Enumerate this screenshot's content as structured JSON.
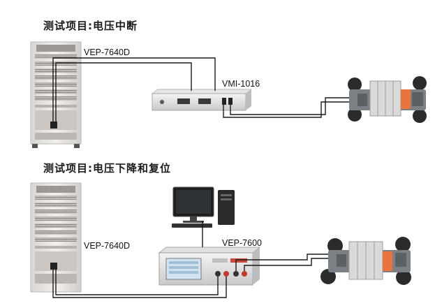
{
  "section1": {
    "title": "测试项目:电压中断",
    "power_supply_label": "VEP-7640D",
    "interrupter_label": "VMI-1016"
  },
  "section2": {
    "title": "测试项目:电压下降和复位",
    "power_supply_label": "VEP-7640D",
    "controller_label": "VEP-7600"
  },
  "colors": {
    "cable": "#1a1a1a",
    "cabinet": "#e9e6e3",
    "chassis": "#8a8f94",
    "battery": "#d6d6d6",
    "accent": "#e8743b"
  }
}
